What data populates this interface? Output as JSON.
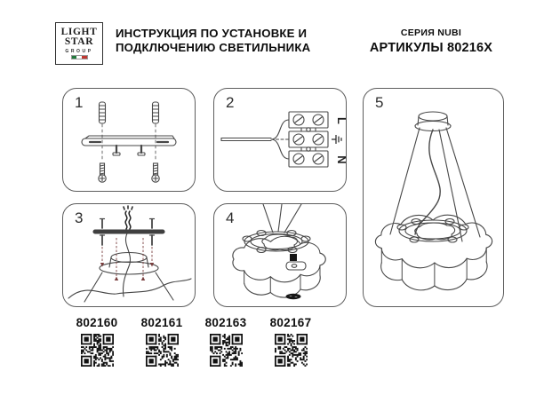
{
  "header": {
    "logo": {
      "line1": "LIGHT",
      "line2": "STAR",
      "line3": "GROUP"
    },
    "title_line1": "ИНСТРУКЦИЯ ПО УСТАНОВКЕ И",
    "title_line2": "ПОДКЛЮЧЕНИЮ СВЕТИЛЬНИКА",
    "series_label": "СЕРИЯ NUBI",
    "articles_label": "АРТИКУЛЫ 80216X"
  },
  "steps": [
    {
      "number": "1"
    },
    {
      "number": "2"
    },
    {
      "number": "3"
    },
    {
      "number": "4"
    },
    {
      "number": "5"
    }
  ],
  "wiring_labels": {
    "live": "L",
    "neutral": "N"
  },
  "articles": [
    {
      "code": "802160"
    },
    {
      "code": "802161"
    },
    {
      "code": "802163"
    },
    {
      "code": "802167"
    }
  ],
  "colors": {
    "line": "#474747",
    "accent_arrow": "#7a3e3e",
    "text": "#0d0d0d",
    "qr": "#111111",
    "flag_green": "#217a3c",
    "flag_white": "#ffffff",
    "flag_red": "#c13832"
  }
}
